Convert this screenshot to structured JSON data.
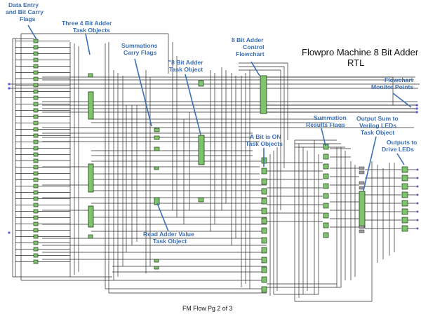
{
  "diagram": {
    "title_line1": "Flowpro Machine 8 Bit Adder",
    "title_line2": "RTL",
    "footer": "FM Flow Pg 2 of 3",
    "labels": {
      "data_entry": [
        "Data Entry",
        "and Bit Carry",
        "Flags"
      ],
      "three_4bit": [
        "Three 4 Bit Adder",
        "Task Objects"
      ],
      "summations_carry": [
        "Summations",
        "Carry Flags"
      ],
      "eight_bit_task": [
        "\"8 Bit Adder",
        "Task Object"
      ],
      "eight_bit_control": [
        "8 Bit Adder",
        "Control",
        "Flowchart"
      ],
      "flowchart_monitor": [
        "Flowchart",
        "Monitor Points"
      ],
      "summation_results": [
        "Summation",
        "Results Flags"
      ],
      "output_sum": [
        "Output Sum to",
        "Verilog LEDs",
        "Task Object"
      ],
      "a_bit_on": [
        "A Bit is ON",
        "Task Objects"
      ],
      "outputs_drive": [
        "Outputs to",
        "Drive LEDs"
      ],
      "read_adder": [
        "Read Adder Value",
        "Task Object"
      ]
    },
    "accent_color": "#3b6fb6",
    "block_color": "#7ec46a"
  }
}
